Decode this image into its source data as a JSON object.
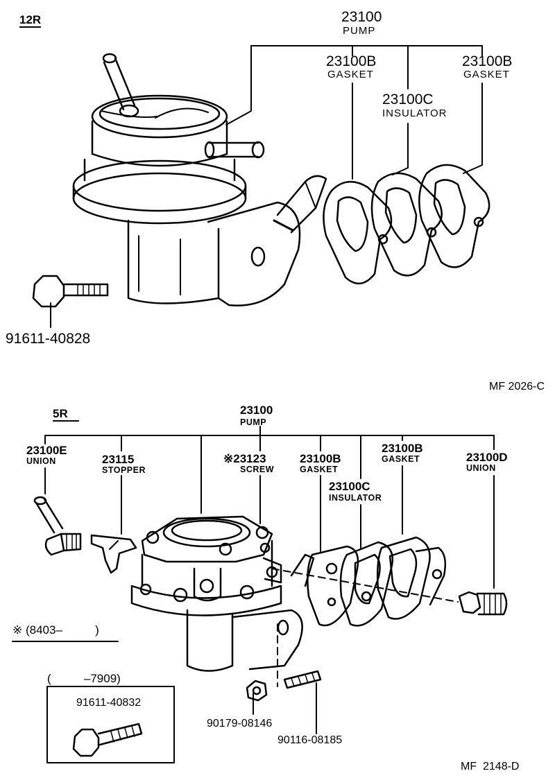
{
  "top": {
    "model": "12R",
    "pump": {
      "num": "23100",
      "label": "PUMP"
    },
    "gasket_a": {
      "num": "23100B",
      "label": "GASKET"
    },
    "gasket_b": {
      "num": "23100B",
      "label": "GASKET"
    },
    "insulator": {
      "num": "23100C",
      "label": "INSULATOR"
    },
    "bolt": "91611-40828",
    "ref": "MF 2026-C"
  },
  "bottom": {
    "model": "5R",
    "pump": {
      "num": "23100",
      "label": "PUMP"
    },
    "union_e": {
      "num": "23100E",
      "label": "UNION"
    },
    "stopper": {
      "num": "23115",
      "label": "STOPPER"
    },
    "screw": {
      "num": "※23123",
      "label": "SCREW"
    },
    "gasket_a": {
      "num": "23100B",
      "label": "GASKET"
    },
    "gasket_b": {
      "num": "23100B",
      "label": "GASKET"
    },
    "insulator": {
      "num": "23100C",
      "label": "INSULATOR"
    },
    "union_d": {
      "num": "23100D",
      "label": "UNION"
    },
    "note": "※ (8403–          )",
    "box_title": "(          –7909)",
    "box_bolt": "91611-40832",
    "nut": "90179-08146",
    "stud": "90116-08185",
    "ref": "MF  2148-D"
  }
}
